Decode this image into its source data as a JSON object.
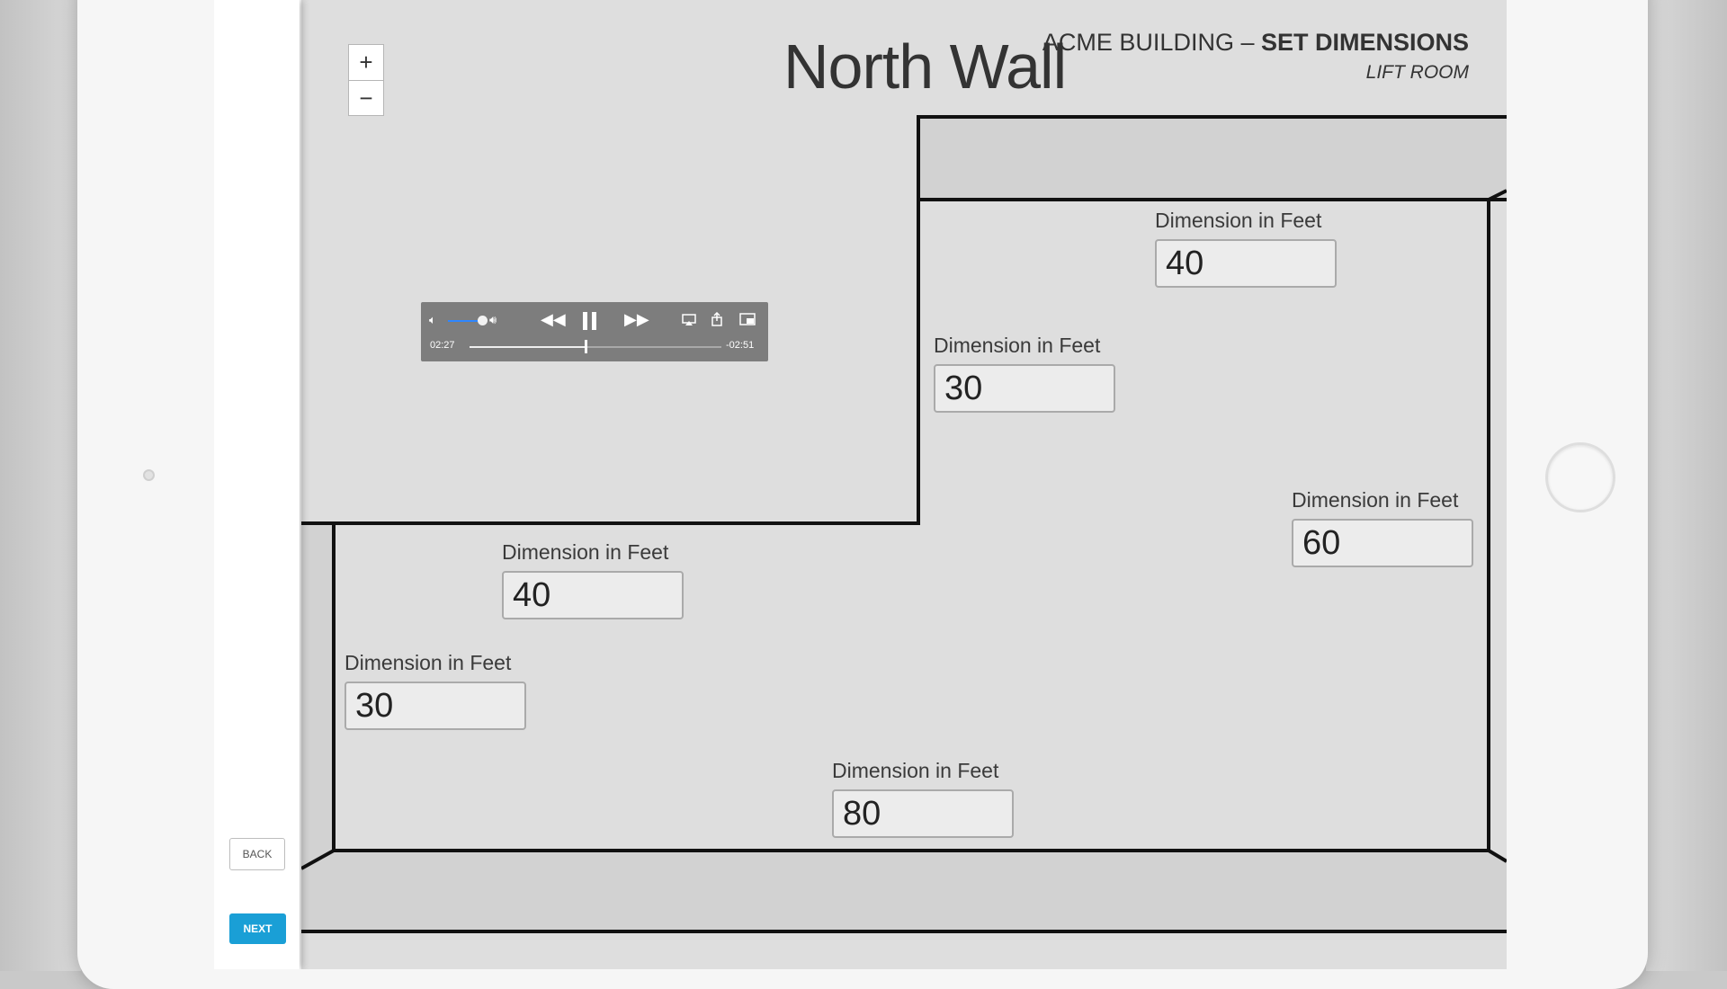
{
  "page": {
    "title": "North Wall"
  },
  "header": {
    "building": "ACME BUILDING – ",
    "step": "SET DIMENSIONS",
    "room": "LIFT ROOM"
  },
  "zoom": {
    "in_label": "+",
    "out_label": "−"
  },
  "nav": {
    "back_label": "BACK",
    "next_label": "NEXT"
  },
  "dimensions": [
    {
      "label": "Dimension in Feet",
      "value": "40"
    },
    {
      "label": "Dimension in Feet",
      "value": "30"
    },
    {
      "label": "Dimension in Feet",
      "value": "60"
    },
    {
      "label": "Dimension in Feet",
      "value": "40"
    },
    {
      "label": "Dimension in Feet",
      "value": "30"
    },
    {
      "label": "Dimension in Feet",
      "value": "80"
    }
  ],
  "player": {
    "elapsed": "02:27",
    "remaining": "-02:51",
    "volume_fraction": 0.8,
    "progress_fraction": 0.46,
    "icons": [
      "volume-low-icon",
      "volume-high-icon",
      "rewind-icon",
      "pause-icon",
      "fast-forward-icon",
      "airplay-icon",
      "share-icon",
      "picture-in-picture-icon"
    ]
  },
  "colors": {
    "accent": "#1a9fd6",
    "canvas": "#dedede",
    "player": "#7d7d7d"
  }
}
